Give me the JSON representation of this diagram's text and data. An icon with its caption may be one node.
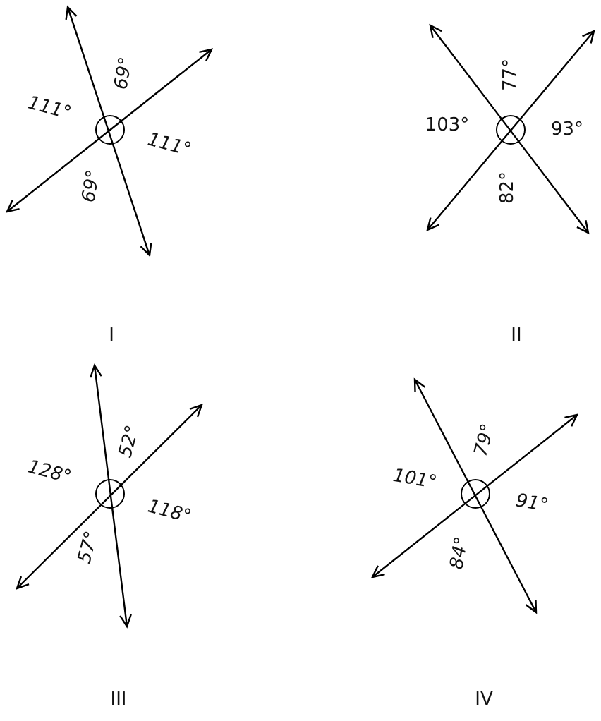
{
  "diagram": {
    "labels": [
      "69°",
      "111°",
      "111°",
      "69°",
      "I",
      "77°",
      "103°",
      "93°",
      "82°",
      "II",
      "52°",
      "128°",
      "118°",
      "57°",
      "III",
      "79°",
      "101°",
      "91°",
      "84°",
      "IV"
    ]
  }
}
